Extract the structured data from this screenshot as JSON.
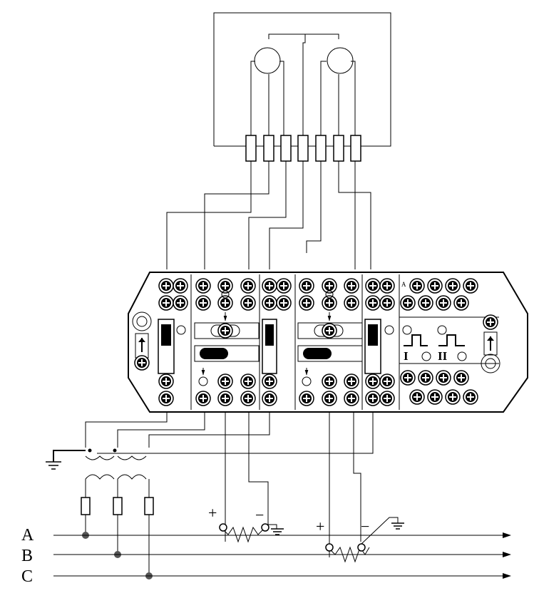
{
  "phases": [
    "A",
    "B",
    "C"
  ],
  "signs": {
    "plus": "+",
    "minus": "−"
  },
  "terminal_marks": {
    "i_label": "I",
    "ii_label": "II",
    "small_a": "A"
  },
  "ground_symbols": 3
}
